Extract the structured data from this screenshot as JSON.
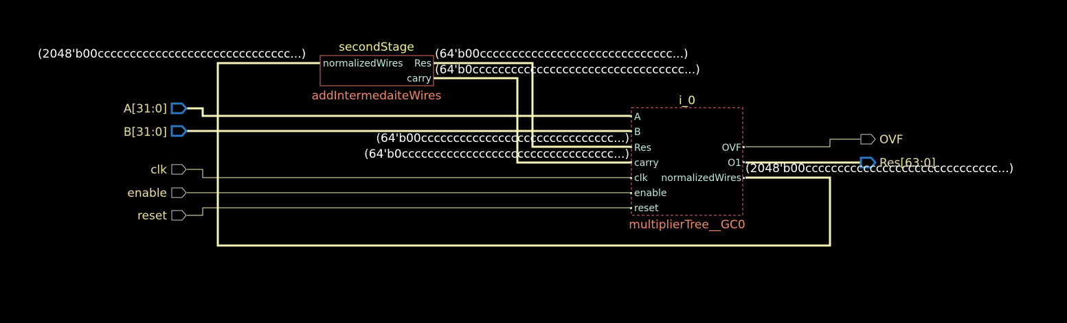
{
  "colors": {
    "background": "#000000",
    "bus_wire": "#f5f5b8",
    "signal_wire": "#f5f5b8",
    "port_label": "#e8e0a0",
    "inner_pin_label": "#bfe8d8",
    "cell_title": "#f0ef90",
    "cell_border": "#e07060",
    "cell_type_label": "#f08868",
    "const_text": "#ffffff",
    "bus_port_outline": "#2a78c0",
    "signal_port_outline": "#c8ccd8",
    "pin_dot": "#cccccc"
  },
  "cells": {
    "second_stage": {
      "instance": "secondStage",
      "type": "addIntermedaiteWires",
      "pins": {
        "normalizedWires": "normalizedWires",
        "res": "Res",
        "carry": "carry"
      }
    },
    "i_0": {
      "instance": "i_0",
      "type": "multiplierTree__GC0",
      "pins": {
        "a": "A",
        "b": "B",
        "res": "Res",
        "carry": "carry",
        "clk": "clk",
        "enable": "enable",
        "reset": "reset",
        "ovf": "OVF",
        "o1": "O1",
        "normalizedWires": "normalizedWires"
      }
    }
  },
  "ports": {
    "inputs": {
      "a": "A[31:0]",
      "b": "B[31:0]",
      "clk": "clk",
      "enable": "enable",
      "reset": "reset"
    },
    "outputs": {
      "ovf": "OVF",
      "res": "Res[63:0]"
    }
  },
  "constants": {
    "norm_in": "(2048'b00cccccccccccccccccccccccccccccc...)",
    "res_out": "(64'b00cccccccccccccccccccccccccccccc...)",
    "carry_out": "(64'b0ccccccccccccccccccccccccccccccccc...)",
    "res_in": "(64'b00cccccccccccccccccccccccccccccc...)",
    "carry_in": "(64'b0ccccccccccccccccccccccccccccccccc...)",
    "norm_out": "(2048'b00cccccccccccccccccccccccccccccc...)"
  }
}
